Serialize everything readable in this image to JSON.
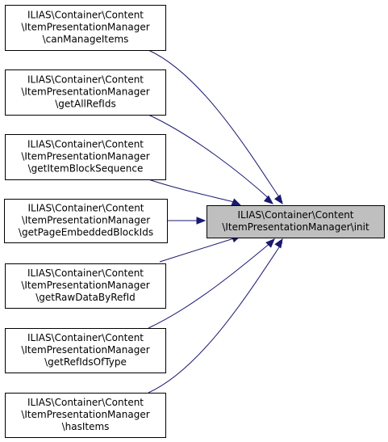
{
  "target": {
    "lines": [
      "ILIAS\\Container\\Content",
      "\\ItemPresentationManager\\init"
    ]
  },
  "callers": [
    {
      "lines": [
        "ILIAS\\Container\\Content",
        "\\ItemPresentationManager",
        "\\canManageItems"
      ]
    },
    {
      "lines": [
        "ILIAS\\Container\\Content",
        "\\ItemPresentationManager",
        "\\getAllRefIds"
      ]
    },
    {
      "lines": [
        "ILIAS\\Container\\Content",
        "\\ItemPresentationManager",
        "\\getItemBlockSequence"
      ]
    },
    {
      "lines": [
        "ILIAS\\Container\\Content",
        "\\ItemPresentationManager",
        "\\getPageEmbeddedBlockIds"
      ]
    },
    {
      "lines": [
        "ILIAS\\Container\\Content",
        "\\ItemPresentationManager",
        "\\getRawDataByRefId"
      ]
    },
    {
      "lines": [
        "ILIAS\\Container\\Content",
        "\\ItemPresentationManager",
        "\\getRefIdsOfType"
      ]
    },
    {
      "lines": [
        "ILIAS\\Container\\Content",
        "\\ItemPresentationManager",
        "\\hasItems"
      ]
    }
  ],
  "colors": {
    "edge": "#191970",
    "target_fill": "#bfbfbf",
    "node_fill": "#ffffff"
  }
}
